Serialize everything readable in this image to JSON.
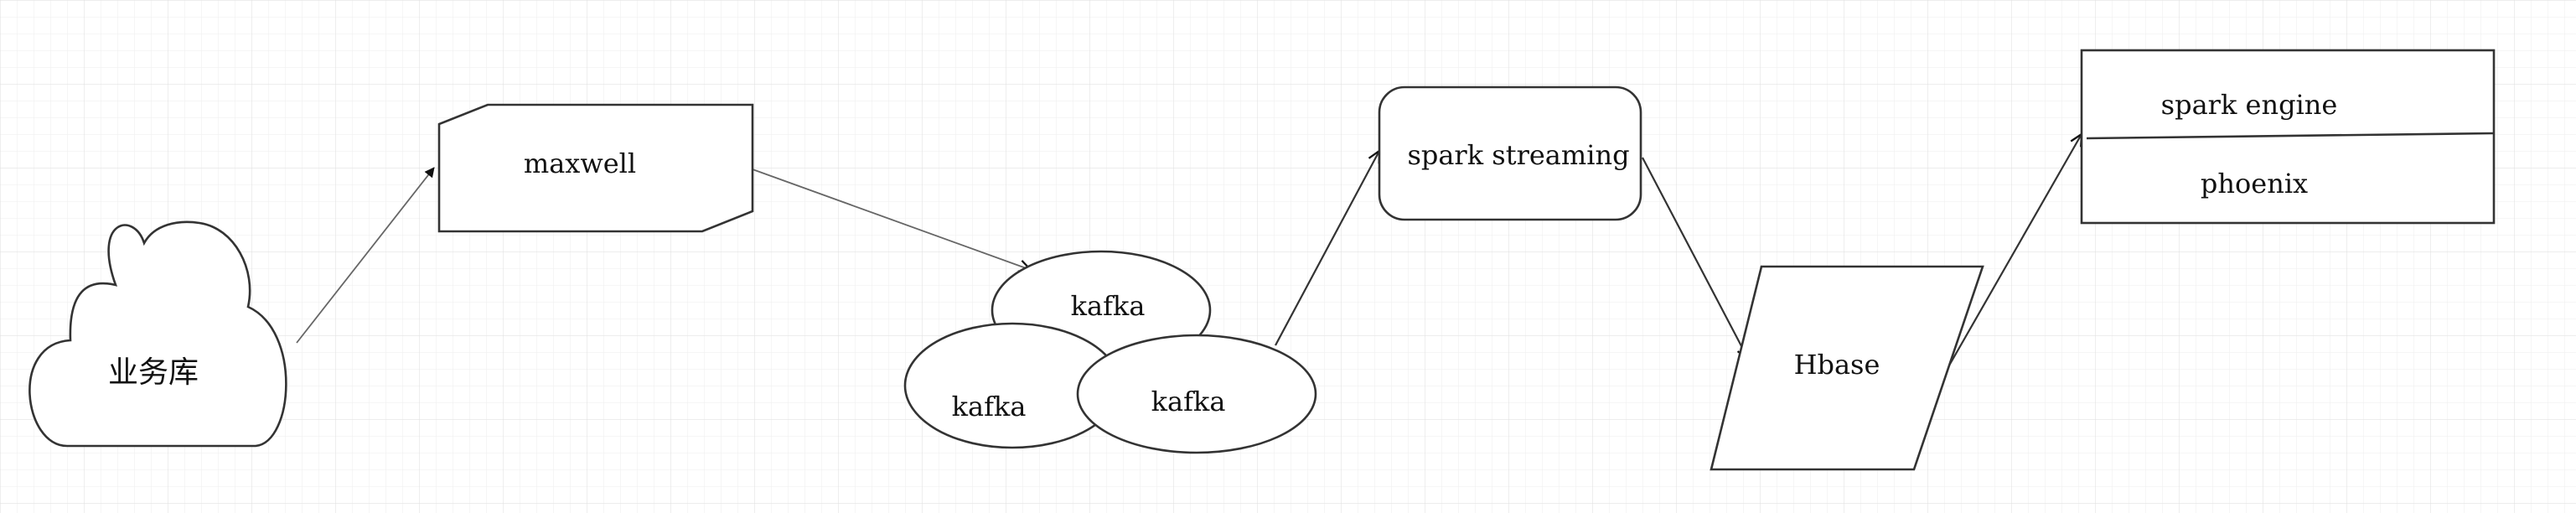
{
  "diagram": {
    "nodes": {
      "business_db": {
        "label": "业务库",
        "shape": "cloud"
      },
      "maxwell": {
        "label": "maxwell",
        "shape": "card"
      },
      "kafka_top": {
        "label": "kafka",
        "shape": "ellipse"
      },
      "kafka_left": {
        "label": "kafka",
        "shape": "ellipse"
      },
      "kafka_right": {
        "label": "kafka",
        "shape": "ellipse"
      },
      "spark_streaming": {
        "label": "spark streaming",
        "shape": "rounded-rectangle"
      },
      "hbase": {
        "label": "Hbase",
        "shape": "parallelogram"
      },
      "spark_engine": {
        "label": "spark engine",
        "shape": "rectangle-section"
      },
      "phoenix": {
        "label": "phoenix",
        "shape": "rectangle-section"
      }
    },
    "edges": [
      {
        "from": "业务库",
        "to": "maxwell"
      },
      {
        "from": "maxwell",
        "to": "kafka"
      },
      {
        "from": "kafka",
        "to": "spark streaming"
      },
      {
        "from": "spark streaming",
        "to": "Hbase"
      },
      {
        "from": "Hbase",
        "to": "spark engine / phoenix"
      }
    ],
    "background": "grid",
    "colors": {
      "grid": "#ececec",
      "stroke": "#333333",
      "fill": "#ffffff"
    }
  }
}
